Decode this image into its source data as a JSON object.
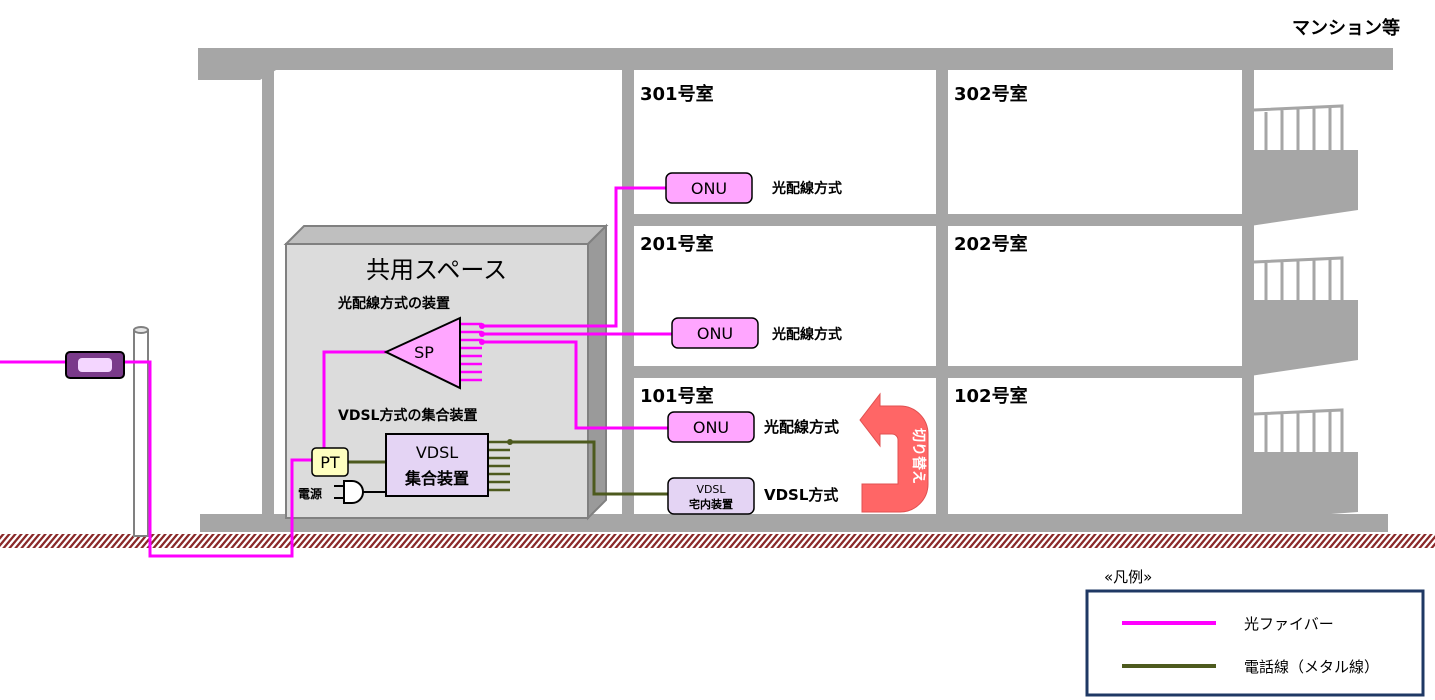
{
  "building": {
    "title": "マンション等",
    "rooms": {
      "r301": "301号室",
      "r302": "302号室",
      "r201": "201号室",
      "r202": "202号室",
      "r101": "101号室",
      "r102": "102号室"
    }
  },
  "shared_space": {
    "title": "共用スペース",
    "fiber_equipment_label": "光配線方式の装置",
    "vdsl_equipment_label": "VDSL方式の集合装置",
    "splitter_label": "SP",
    "pt_label": "PT",
    "power_label": "電源",
    "vdsl_box_line1": "VDSL",
    "vdsl_box_line2": "集合装置"
  },
  "units": {
    "onu_label": "ONU",
    "fiber_method": "光配線方式",
    "vdsl_in_unit_line1": "VDSL",
    "vdsl_in_unit_line2": "宅内装置",
    "vdsl_method": "VDSL方式",
    "switch_label": "切り替え"
  },
  "legend": {
    "title": "«凡例»",
    "fiber": "光ファイバー",
    "phone": "電話線（メタル線）"
  },
  "colors": {
    "fiber": "#ff00ff",
    "phone": "#4d5a1e",
    "wall": "#a6a6a6",
    "shared_space": "#dcdcdc",
    "onu": "#ffa6ff",
    "vdsl_box": "#e4d4f4",
    "switch_arrow": "#ff6666",
    "legend_border": "#1f3864"
  }
}
